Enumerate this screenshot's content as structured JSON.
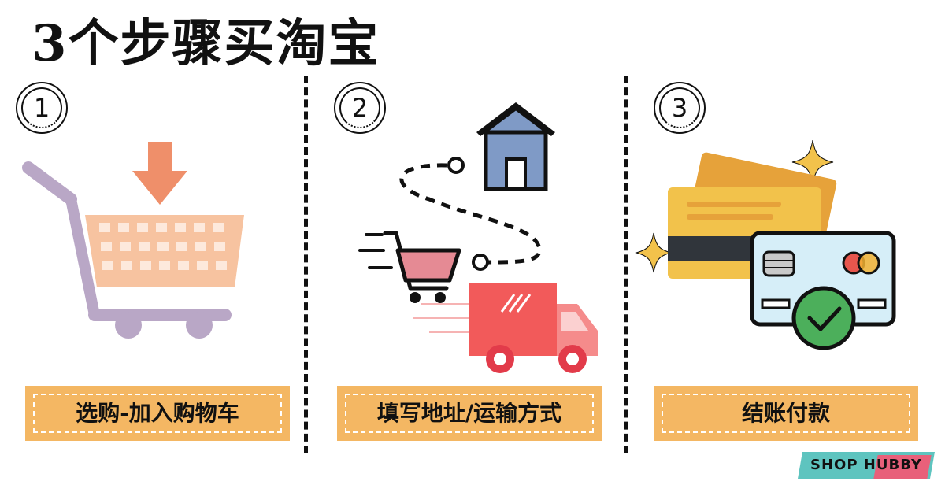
{
  "title": "3个步骤买淘宝",
  "steps": [
    {
      "number": "1",
      "label": "选购-加入购物车",
      "icon": "shopping-cart-icon"
    },
    {
      "number": "2",
      "label": "填写地址/运输方式",
      "icon": "delivery-route-icon"
    },
    {
      "number": "3",
      "label": "结账付款",
      "icon": "credit-card-payment-icon"
    }
  ],
  "brand": "SHOP HUBBY",
  "colors": {
    "label_bg": "#f4b763",
    "cart_frame": "#b9a7c6",
    "cart_basket": "#f7c3a0",
    "arrow": "#ef8f6a",
    "truck": "#f25a5a",
    "house": "#7f9ac6",
    "card_gold": "#f2c24b",
    "card_blue": "#d6eef8",
    "check": "#4caf5b",
    "sparkle": "#f2c24b",
    "brand_teal": "#5ec4bf",
    "brand_pink": "#e8607a"
  }
}
